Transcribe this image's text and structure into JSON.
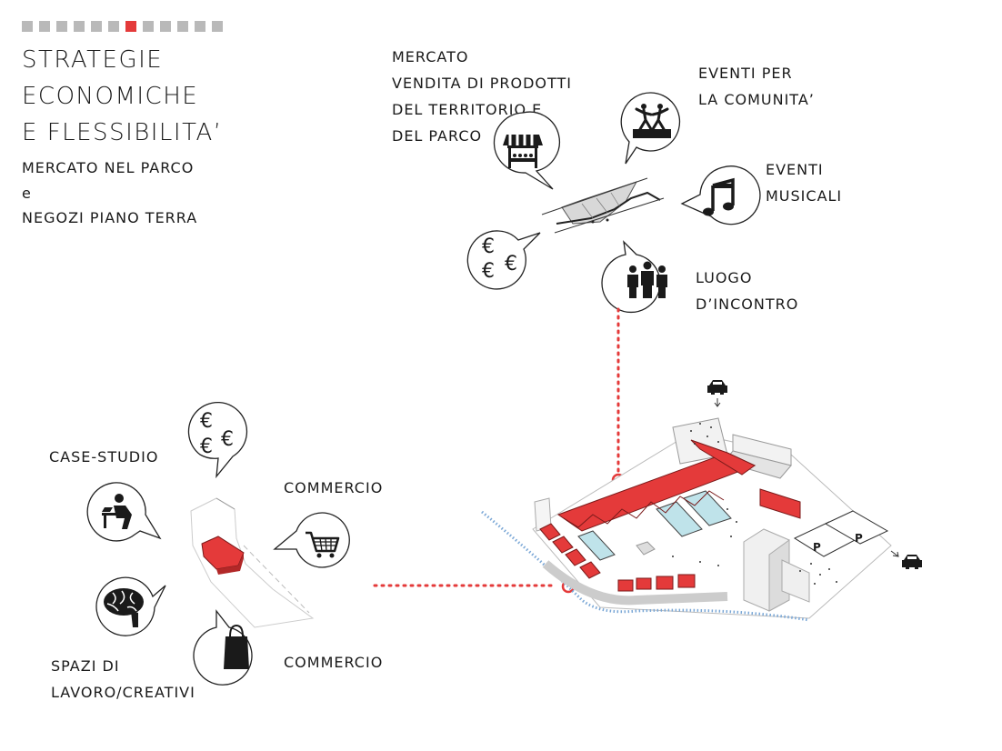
{
  "progress": {
    "total": 12,
    "active": 6,
    "active_color": "#e43a3a",
    "inactive_color": "#b9b9b9"
  },
  "title": {
    "line1": "STRATEGIE",
    "line2": "ECONOMICHE",
    "line3": "E FLESSIBILITA’",
    "sub1": "MERCATO NEL PARCO",
    "sub2": "e",
    "sub3": "NEGOZI PIANO TERRA"
  },
  "labels": {
    "mercato": [
      "MERCATO",
      "VENDITA DI PRODOTTI",
      "DEL TERRITORIO E",
      "DEL PARCO"
    ],
    "eventi_comunita": [
      "EVENTI PER",
      "LA COMUNITA’"
    ],
    "eventi_musicali": [
      "EVENTI",
      "MUSICALI"
    ],
    "luogo": [
      "LUOGO",
      "D’INCONTRO"
    ],
    "case_studio": "CASE-STUDIO",
    "commercio_1": "COMMERCIO",
    "commercio_2": "COMMERCIO",
    "spazi": [
      "SPAZI DI",
      "LAVORO/CREATIVI"
    ]
  },
  "icons": {
    "euro_symbol": "€",
    "parking_symbol": "P"
  },
  "colors": {
    "accent": "#e43a3a",
    "water": "#7aa7d6",
    "glass": "#bfe3ea"
  }
}
